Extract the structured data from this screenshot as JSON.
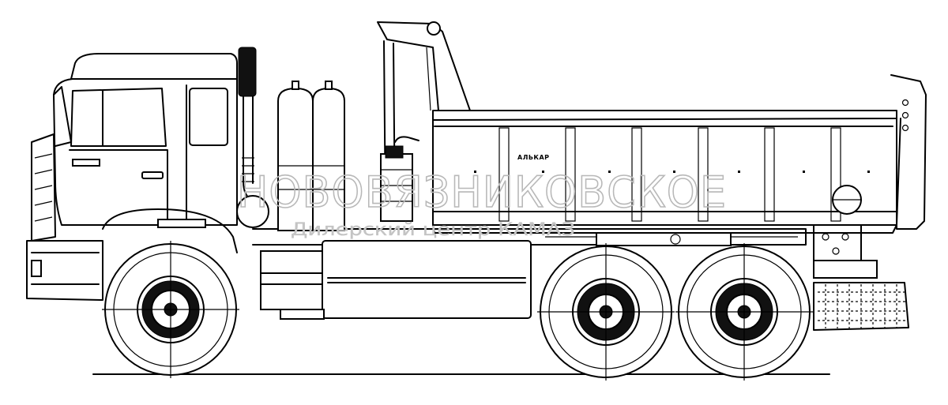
{
  "drawing": {
    "body_brand": "АЛЬКАР",
    "watermark": {
      "title": "НОВОВЯЗНИКОВСКОЕ",
      "subtitle": "Дилерский центр КАМАЗ"
    }
  }
}
